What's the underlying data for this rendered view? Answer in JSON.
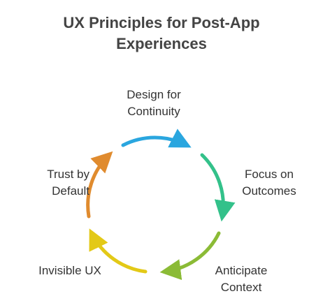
{
  "title": {
    "line1": "UX Principles for Post-App",
    "line2": "Experiences"
  },
  "steps": [
    {
      "line1": "Design for",
      "line2": "Continuity",
      "color": "#2aa6df"
    },
    {
      "line1": "Focus on",
      "line2": "Outcomes",
      "color": "#33c18a"
    },
    {
      "line1": "Anticipate",
      "line2": "Context",
      "color": "#8bbb36"
    },
    {
      "line1": "Invisible UX",
      "line2": "",
      "color": "#e3c917"
    },
    {
      "line1": "Trust by",
      "line2": "Default",
      "color": "#e08b2e"
    }
  ]
}
